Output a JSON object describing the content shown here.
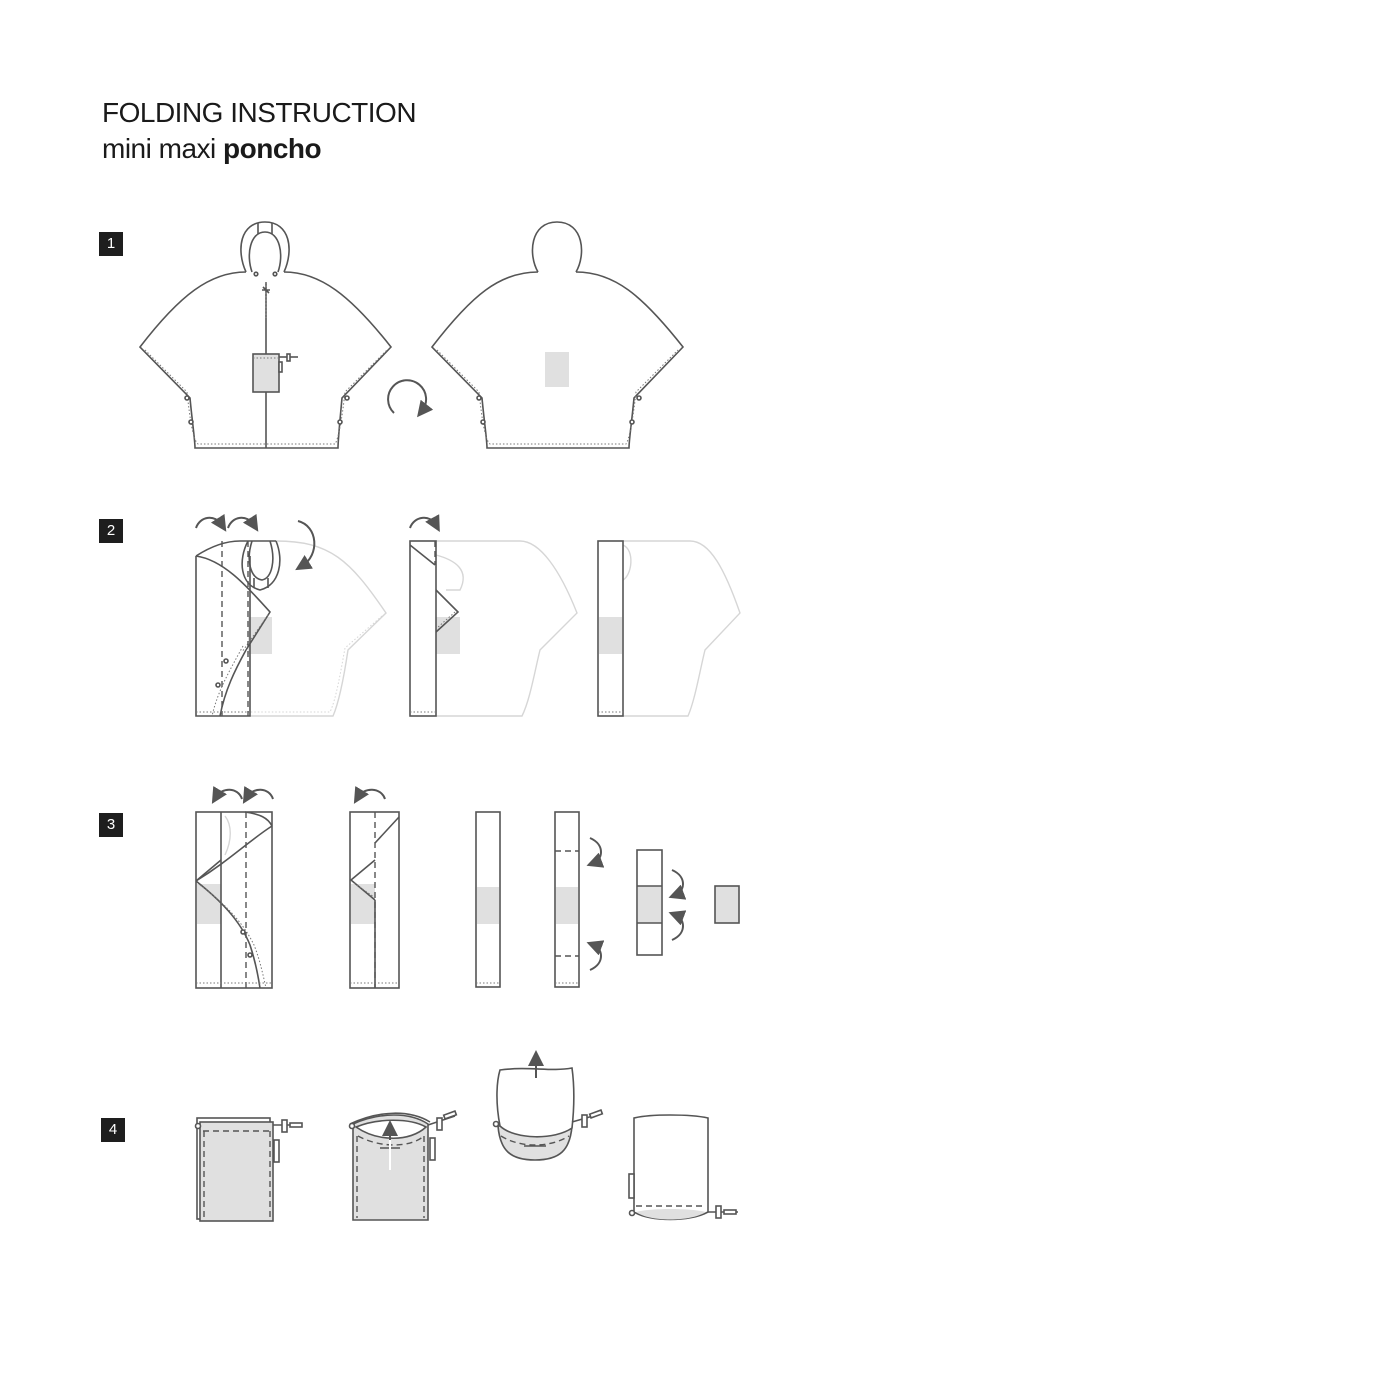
{
  "header": {
    "title": "FOLDING INSTRUCTION",
    "subtitle_prefix": "mini maxi ",
    "subtitle_product": "poncho"
  },
  "steps": [
    {
      "number": "1",
      "description": "Poncho front view with zipper and attached pouch; rotate to back view"
    },
    {
      "number": "2",
      "description": "Fold left side panels and hood inward, then fold into vertical strip"
    },
    {
      "number": "3",
      "description": "Fold strip, then fold ends to center forming a small rectangle"
    },
    {
      "number": "4",
      "description": "Pull pouch over folded poncho, invert and close with drawstring"
    }
  ],
  "colors": {
    "line": "#555555",
    "fill_grey": "#e0e0e0",
    "ghost_line": "#d6d6d6",
    "badge_bg": "#1e1e1e",
    "badge_text": "#ffffff"
  },
  "icons": {
    "rotate": "rotate-arrow-icon",
    "fold": "fold-arrow-icon",
    "pull": "pull-up-arrow-icon"
  }
}
